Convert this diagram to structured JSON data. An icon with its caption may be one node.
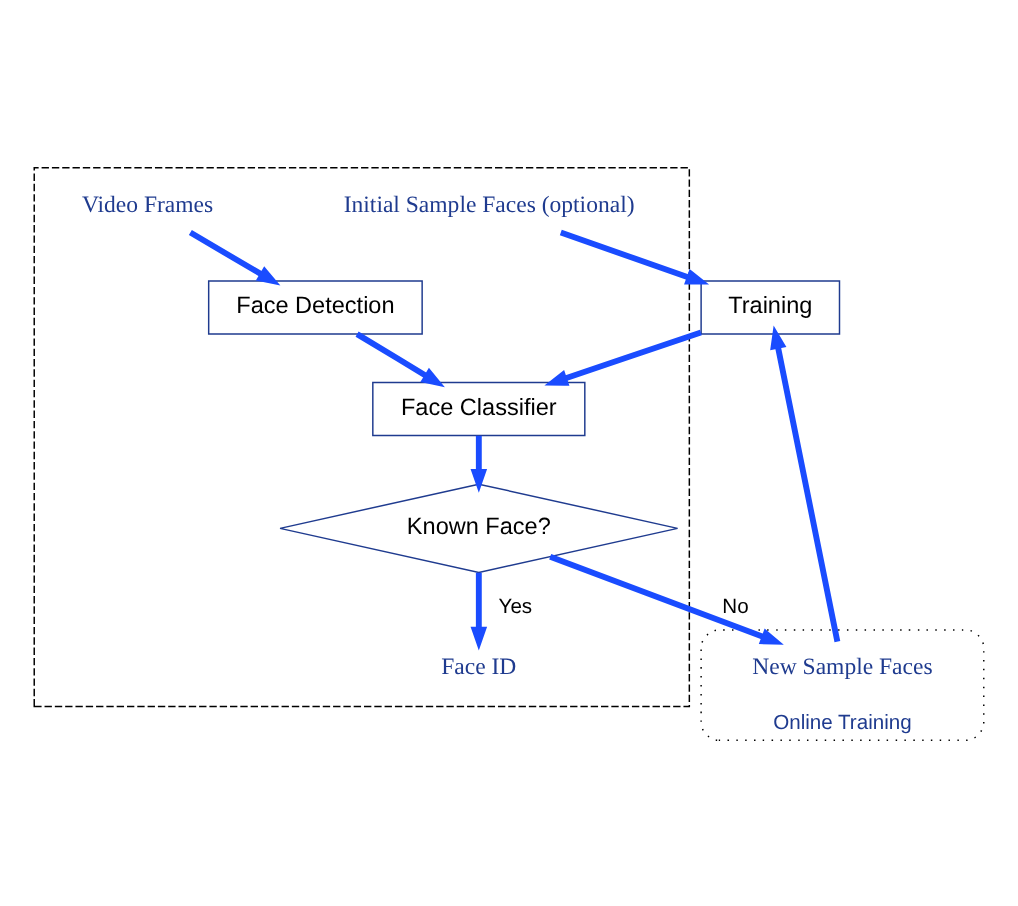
{
  "diagram": {
    "nodes": [
      {
        "text": [],
        "shape": "box"
      },
      {
        "text": [
          "Video Frames"
        ],
        "in": 0
      },
      {
        "text": [
          "Face Detection"
        ],
        "in": 0
      },
      {
        "text": [
          "Face Classifier"
        ],
        "in": 0
      },
      {
        "text": [
          "Known Face?"
        ],
        "in": 0
      },
      {
        "text": [
          "Face ID"
        ],
        "in": 0
      },
      {
        "text": [
          "Initial Sample Faces (optional)"
        ],
        "in": 0
      },
      {
        "text": [
          "Online Training"
        ]
      },
      {
        "text": [
          "Training"
        ]
      },
      {
        "text": [
          "New Sample Faces"
        ],
        "in": 7
      }
    ],
    "edges": [
      {
        "from": 1,
        "to": 2,
        "arrow": "to"
      },
      {
        "from": 2,
        "to": 3,
        "arrow": "to"
      },
      {
        "from": 3,
        "to": 4,
        "arrow": "to"
      },
      {
        "from": 4,
        "to": 5,
        "arrow": "to",
        "label": "Yes"
      },
      {
        "from": 6,
        "to": 8,
        "arrow": "to"
      },
      {
        "from": 8,
        "to": 3,
        "arrow": "to"
      },
      {
        "from": 4,
        "to": 9,
        "arrow": "to",
        "label": "No"
      },
      {
        "from": 9,
        "to": 8,
        "arrow": "to"
      }
    ]
  }
}
